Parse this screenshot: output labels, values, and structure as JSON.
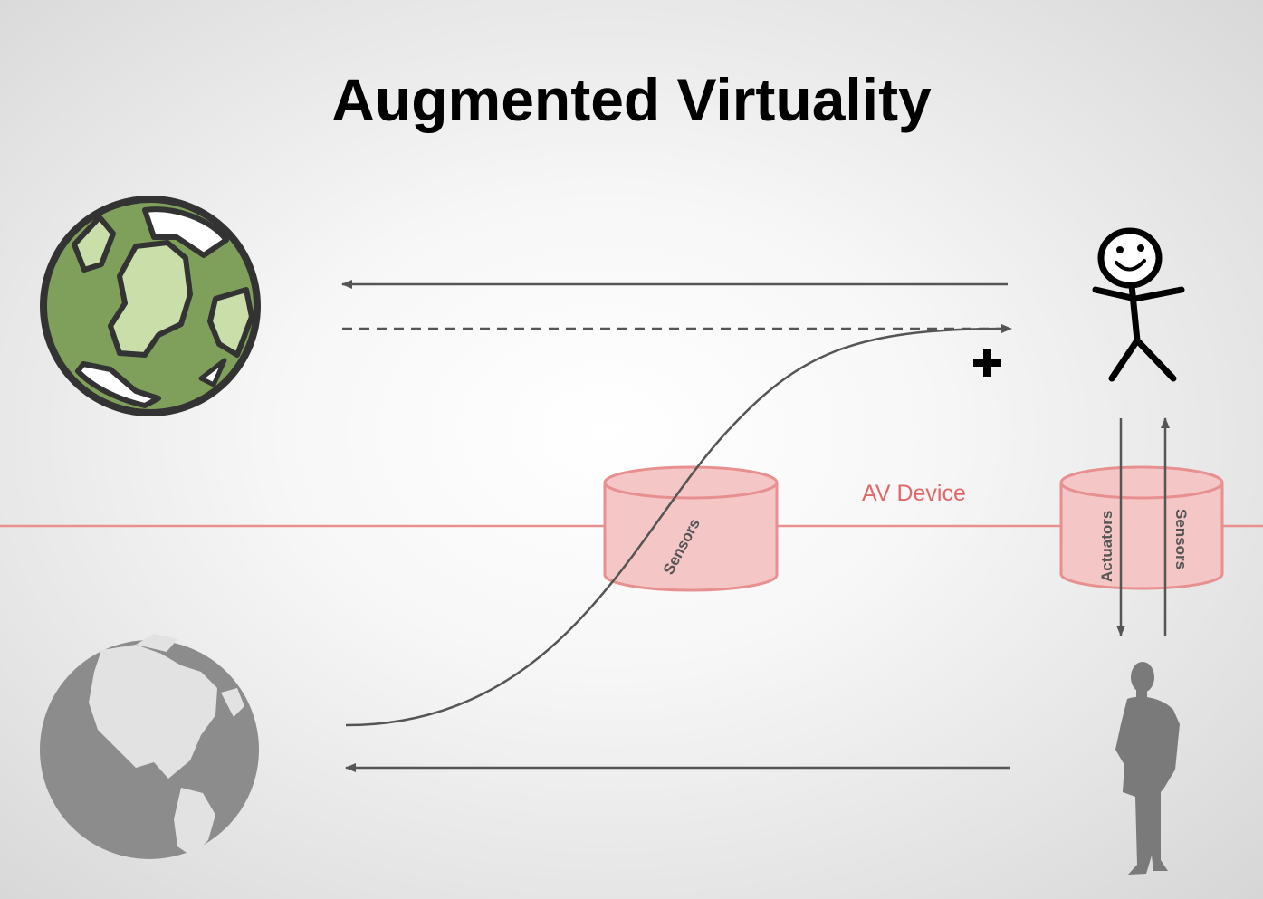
{
  "slide": {
    "title": "Augmented Virtuality"
  },
  "device": {
    "label": "AV Device",
    "left_cylinder_label": "Sensors",
    "right_cylinder_actuators_label": "Actuators",
    "right_cylinder_sensors_label": "Sensors"
  },
  "colors": {
    "device_line": "#e89090",
    "cylinder_fill": "#f4c6c6",
    "cylinder_stroke": "#e89090",
    "arrow": "#555555",
    "virtual_globe": "#7fa05a",
    "real_globe": "#8c8c8c"
  },
  "icons": {
    "virtual_world": "cartoon-globe-icon",
    "real_world": "earth-globe-icon",
    "virtual_person": "stick-figure-icon",
    "real_person": "man-silhouette-icon",
    "augment": "plus-icon"
  }
}
